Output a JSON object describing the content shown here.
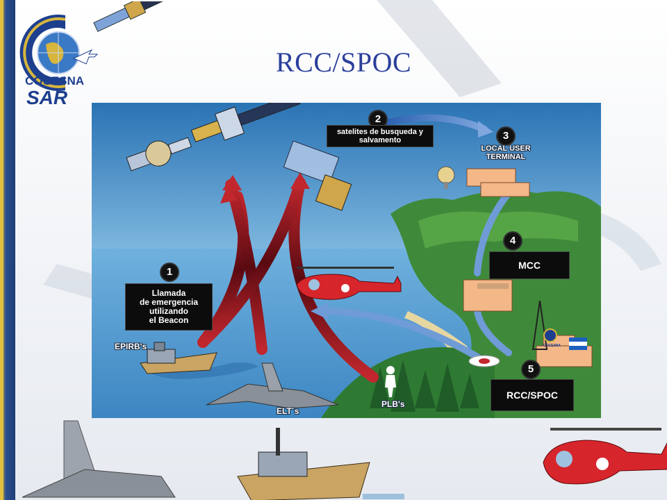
{
  "slide": {
    "title": "RCC/SPOC",
    "colors": {
      "title": "#2b3f9b",
      "accent_gold": "#e2bf40",
      "accent_blue": "#1f3d77"
    }
  },
  "logo": {
    "name": "cocesna-sar-logo",
    "line1": "COCESNA",
    "line2": "SAR"
  },
  "diagram": {
    "steps": [
      {
        "number": "1",
        "text_lines": [
          "Llamada",
          "de emergencia",
          "utilizando",
          "el Beacon"
        ]
      },
      {
        "number": "2",
        "text_lines": [
          "satelites de busqueda y",
          "salvamento"
        ]
      },
      {
        "number": "3",
        "text_lines": [
          "LOCAL USER",
          "TERMINAL"
        ]
      },
      {
        "number": "4",
        "text_lines": [
          "MCC"
        ]
      },
      {
        "number": "5",
        "text_lines": [
          "RCC/SPOC"
        ]
      }
    ],
    "beacon_labels": {
      "epirb": "EPIRB's",
      "elt": "ELT´s",
      "plb": "PLB's"
    },
    "building_logo_text": "COCESNA",
    "colors": {
      "sky": "#1f6fb0",
      "sea": "#5fa6d8",
      "land": "#3f8a3a",
      "arrow_red": "#b3202a",
      "arrow_blue": "#4a78c0"
    }
  }
}
